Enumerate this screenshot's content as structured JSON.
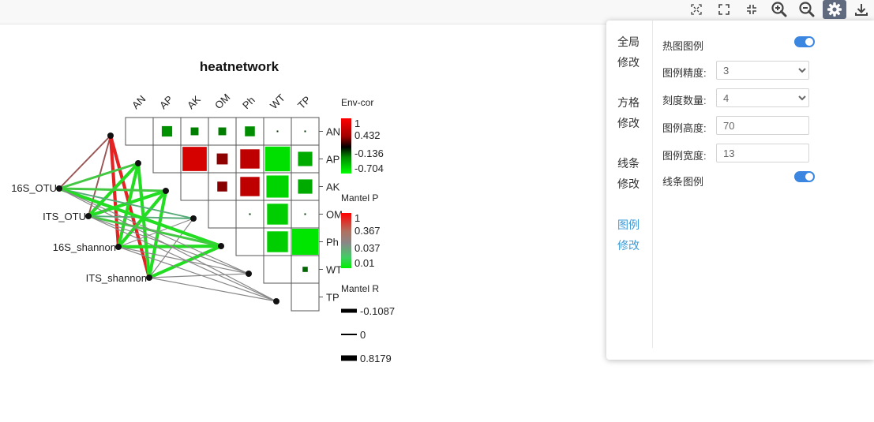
{
  "toolbar": {
    "buttons": [
      {
        "name": "fit-view-icon"
      },
      {
        "name": "fullscreen-icon"
      },
      {
        "name": "exit-fullscreen-icon"
      },
      {
        "name": "zoom-in-icon"
      },
      {
        "name": "zoom-out-icon"
      },
      {
        "name": "settings-icon"
      },
      {
        "name": "download-icon"
      }
    ]
  },
  "chart_data": {
    "type": "heatmap",
    "title": "heatnetwork",
    "env_vars": [
      "AN",
      "AP",
      "AK",
      "OM",
      "Ph",
      "WT",
      "TP"
    ],
    "species": [
      "16S_OTU",
      "ITS_OTU",
      "16S_shannon",
      "ITS_shannon"
    ],
    "cor_colors": {
      "positive": "#dd0000",
      "mid": "#000000",
      "negative": "#00e600"
    },
    "env_cor": [
      {
        "row": "AN",
        "col": "AP",
        "r": -0.4
      },
      {
        "row": "AN",
        "col": "AK",
        "r": -0.3
      },
      {
        "row": "AN",
        "col": "OM",
        "r": -0.3
      },
      {
        "row": "AN",
        "col": "Ph",
        "r": -0.38
      },
      {
        "row": "AN",
        "col": "WT",
        "r": -0.05
      },
      {
        "row": "AN",
        "col": "TP",
        "r": -0.05
      },
      {
        "row": "AP",
        "col": "AK",
        "r": 0.93
      },
      {
        "row": "AP",
        "col": "OM",
        "r": 0.42
      },
      {
        "row": "AP",
        "col": "Ph",
        "r": 0.74
      },
      {
        "row": "AP",
        "col": "WT",
        "r": -0.95
      },
      {
        "row": "AP",
        "col": "TP",
        "r": -0.55
      },
      {
        "row": "AK",
        "col": "OM",
        "r": 0.38
      },
      {
        "row": "AK",
        "col": "Ph",
        "r": 0.74
      },
      {
        "row": "AK",
        "col": "WT",
        "r": -0.85
      },
      {
        "row": "AK",
        "col": "TP",
        "r": -0.55
      },
      {
        "row": "OM",
        "col": "Ph",
        "r": -0.05
      },
      {
        "row": "OM",
        "col": "WT",
        "r": -0.8
      },
      {
        "row": "OM",
        "col": "TP",
        "r": -0.05
      },
      {
        "row": "Ph",
        "col": "WT",
        "r": -0.8
      },
      {
        "row": "Ph",
        "col": "TP",
        "r": -1.0
      },
      {
        "row": "WT",
        "col": "TP",
        "r": -0.2
      }
    ],
    "mantel": [
      {
        "from": "AN",
        "to": "16S_OTU",
        "color": "#9a5555",
        "r": 0.2
      },
      {
        "from": "AN",
        "to": "ITS_OTU",
        "color": "#9a5555",
        "r": 0.2
      },
      {
        "from": "AN",
        "to": "16S_shannon",
        "color": "#e52222",
        "r": 0.82
      },
      {
        "from": "AN",
        "to": "ITS_shannon",
        "color": "#e52222",
        "r": 0.82
      },
      {
        "from": "AP",
        "to": "16S_OTU",
        "color": "#44c844",
        "r": 0.5
      },
      {
        "from": "AP",
        "to": "ITS_OTU",
        "color": "#22dd22",
        "r": 0.82
      },
      {
        "from": "AP",
        "to": "16S_shannon",
        "color": "#22dd22",
        "r": 0.82
      },
      {
        "from": "AP",
        "to": "ITS_shannon",
        "color": "#22dd22",
        "r": 0.82
      },
      {
        "from": "AK",
        "to": "16S_OTU",
        "color": "#44c844",
        "r": 0.5
      },
      {
        "from": "AK",
        "to": "ITS_OTU",
        "color": "#22dd22",
        "r": 0.82
      },
      {
        "from": "AK",
        "to": "16S_shannon",
        "color": "#22dd22",
        "r": 0.82
      },
      {
        "from": "AK",
        "to": "ITS_shannon",
        "color": "#22dd22",
        "r": 0.82
      },
      {
        "from": "OM",
        "to": "16S_OTU",
        "color": "#55aa77",
        "r": 0.2
      },
      {
        "from": "OM",
        "to": "ITS_OTU",
        "color": "#55aa77",
        "r": 0.2
      },
      {
        "from": "OM",
        "to": "16S_shannon",
        "color": "#888888",
        "r": 0.0
      },
      {
        "from": "OM",
        "to": "ITS_shannon",
        "color": "#888888",
        "r": 0.0
      },
      {
        "from": "Ph",
        "to": "16S_OTU",
        "color": "#22dd22",
        "r": 0.82
      },
      {
        "from": "Ph",
        "to": "ITS_OTU",
        "color": "#44c844",
        "r": 0.5
      },
      {
        "from": "Ph",
        "to": "16S_shannon",
        "color": "#22dd22",
        "r": 0.82
      },
      {
        "from": "Ph",
        "to": "ITS_shannon",
        "color": "#22dd22",
        "r": 0.82
      },
      {
        "from": "WT",
        "to": "16S_OTU",
        "color": "#888888",
        "r": 0.0
      },
      {
        "from": "WT",
        "to": "ITS_OTU",
        "color": "#888888",
        "r": 0.0
      },
      {
        "from": "WT",
        "to": "16S_shannon",
        "color": "#888888",
        "r": 0.0
      },
      {
        "from": "WT",
        "to": "ITS_shannon",
        "color": "#888888",
        "r": 0.0
      },
      {
        "from": "TP",
        "to": "16S_OTU",
        "color": "#888888",
        "r": 0.0
      },
      {
        "from": "TP",
        "to": "ITS_OTU",
        "color": "#888888",
        "r": 0.0
      },
      {
        "from": "TP",
        "to": "16S_shannon",
        "color": "#888888",
        "r": 0.0
      },
      {
        "from": "TP",
        "to": "ITS_shannon",
        "color": "#888888",
        "r": 0.0
      }
    ],
    "legend": {
      "env_cor": {
        "title": "Env-cor",
        "labels": [
          "1",
          "0.432",
          "-0.136",
          "-0.704"
        ]
      },
      "mantel_p": {
        "title": "Mantel P",
        "labels": [
          "1",
          "0.367",
          "0.037",
          "0.01"
        ]
      },
      "mantel_r": {
        "title": "Mantel R",
        "labels": [
          "-0.1087",
          "0",
          "0.8179"
        ]
      }
    }
  },
  "settings_panel": {
    "nav": [
      {
        "label": "全局修改",
        "active": false
      },
      {
        "label": "方格修改",
        "active": false
      },
      {
        "label": "线条修改",
        "active": false
      },
      {
        "label": "图例修改",
        "active": true
      }
    ],
    "heatmap_legend": {
      "label": "热图图例",
      "on": true
    },
    "legend_precision": {
      "label": "图例精度:",
      "value": "3"
    },
    "tick_count": {
      "label": "刻度数量:",
      "value": "4"
    },
    "legend_height": {
      "label": "图例高度:",
      "value": "70"
    },
    "legend_width": {
      "label": "图例宽度:",
      "value": "13"
    },
    "line_legend": {
      "label": "线条图例",
      "on": true
    }
  }
}
